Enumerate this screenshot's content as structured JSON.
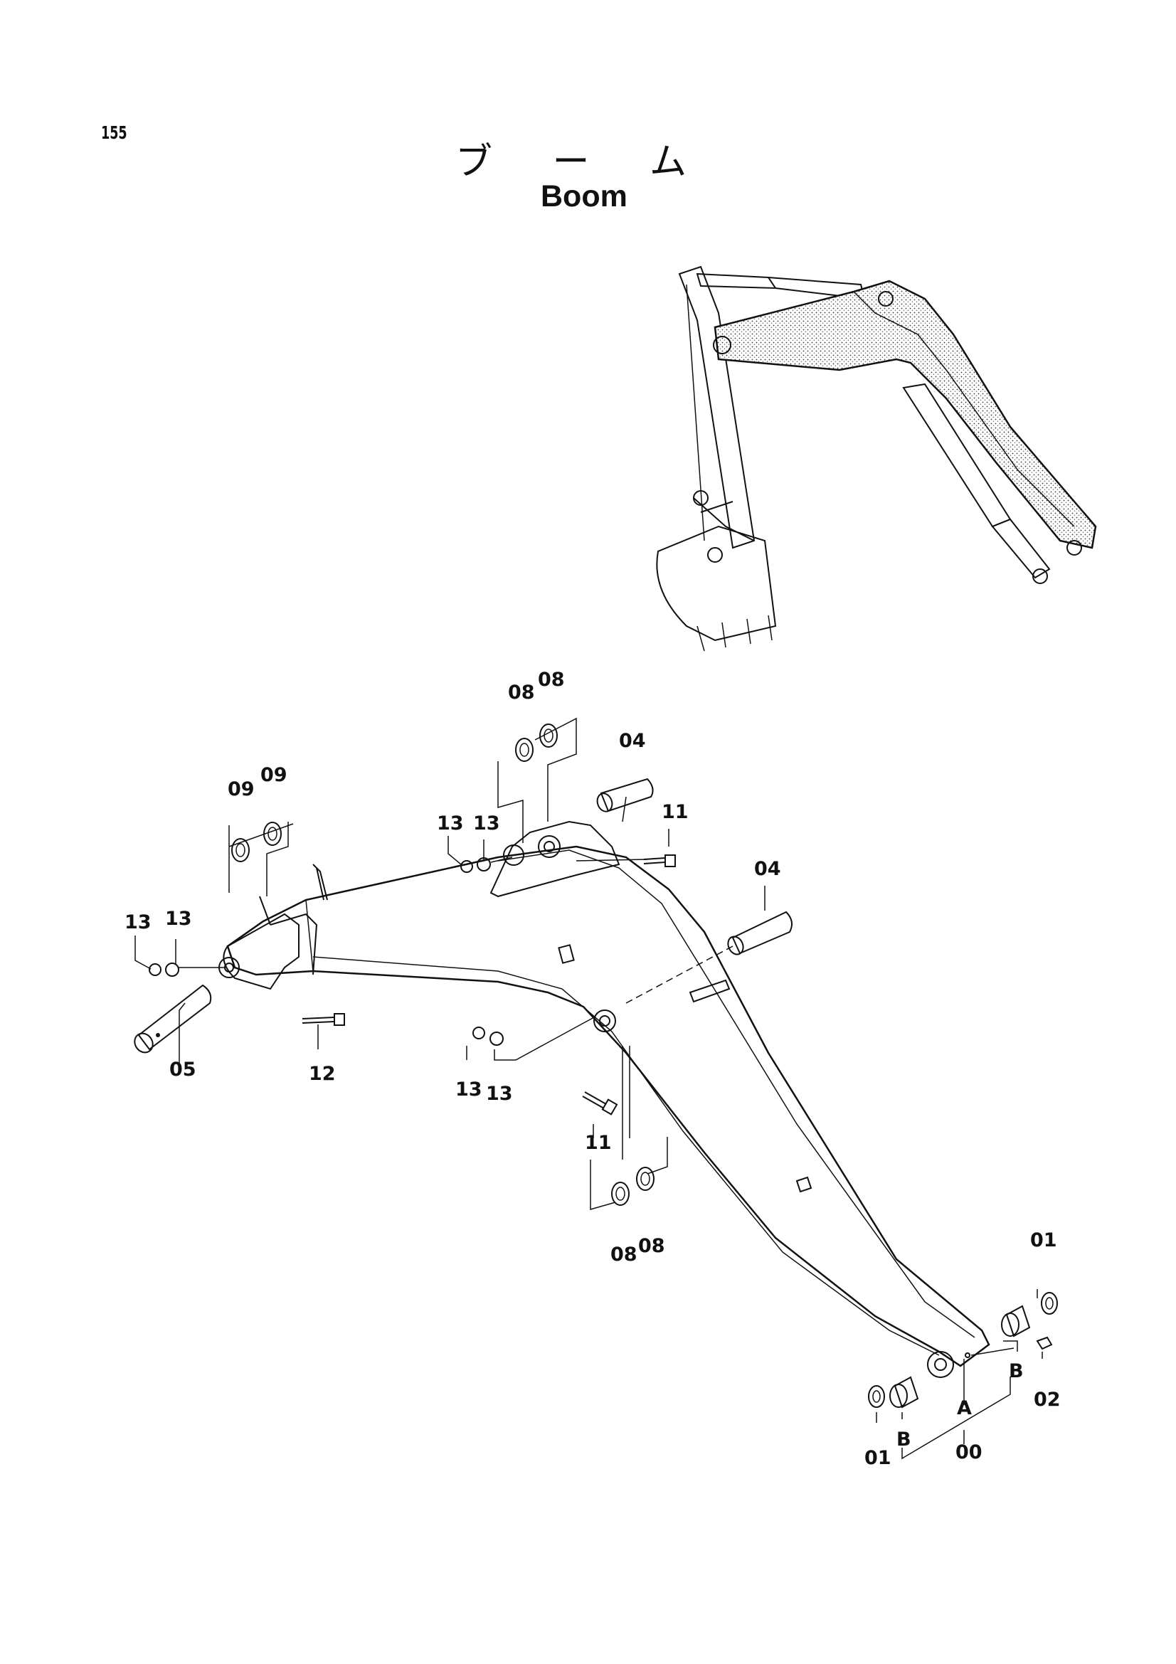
{
  "page_number": "155",
  "title_jp": "ブ ー ム",
  "title_en": "Boom",
  "labels": {
    "p00": "00",
    "p01a": "01",
    "p01b": "01",
    "p02": "02",
    "p04a": "04",
    "p04b": "04",
    "p05": "05",
    "p08a": "08",
    "p08b": "08",
    "p08c": "08",
    "p08d": "08",
    "p09a": "09",
    "p09b": "09",
    "p11a": "11",
    "p11b": "11",
    "p12": "12",
    "p13a": "13",
    "p13b": "13",
    "p13c": "13",
    "p13d": "13",
    "p13e": "13",
    "p13f": "13",
    "pA": "A",
    "pB1": "B",
    "pB2": "B"
  }
}
